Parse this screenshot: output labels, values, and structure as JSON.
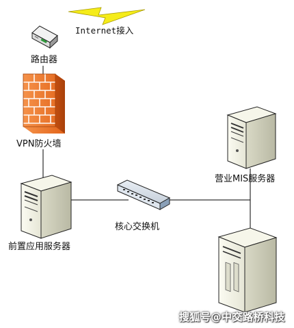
{
  "diagram": {
    "nodes": {
      "internet": {
        "label": "Internet接入",
        "icon": "lightning-icon"
      },
      "router": {
        "label": "路由器",
        "icon": "router-icon"
      },
      "firewall": {
        "label": "VPN防火墙",
        "icon": "firewall-icon"
      },
      "front_server": {
        "label": "前置应用服务器",
        "icon": "server-icon"
      },
      "core_switch": {
        "label": "核心交换机",
        "icon": "switch-icon"
      },
      "mis_server": {
        "label": "营业MIS服务器",
        "icon": "server-icon"
      },
      "storage_server": {
        "label": "",
        "icon": "rack-server-icon"
      }
    },
    "watermark": "搜狐号@中交路桥科技"
  },
  "colors": {
    "lightning": "#f5ec1a",
    "firewall": "#f07a2a",
    "server_body": "#f3f3e6",
    "line": "#000000"
  }
}
